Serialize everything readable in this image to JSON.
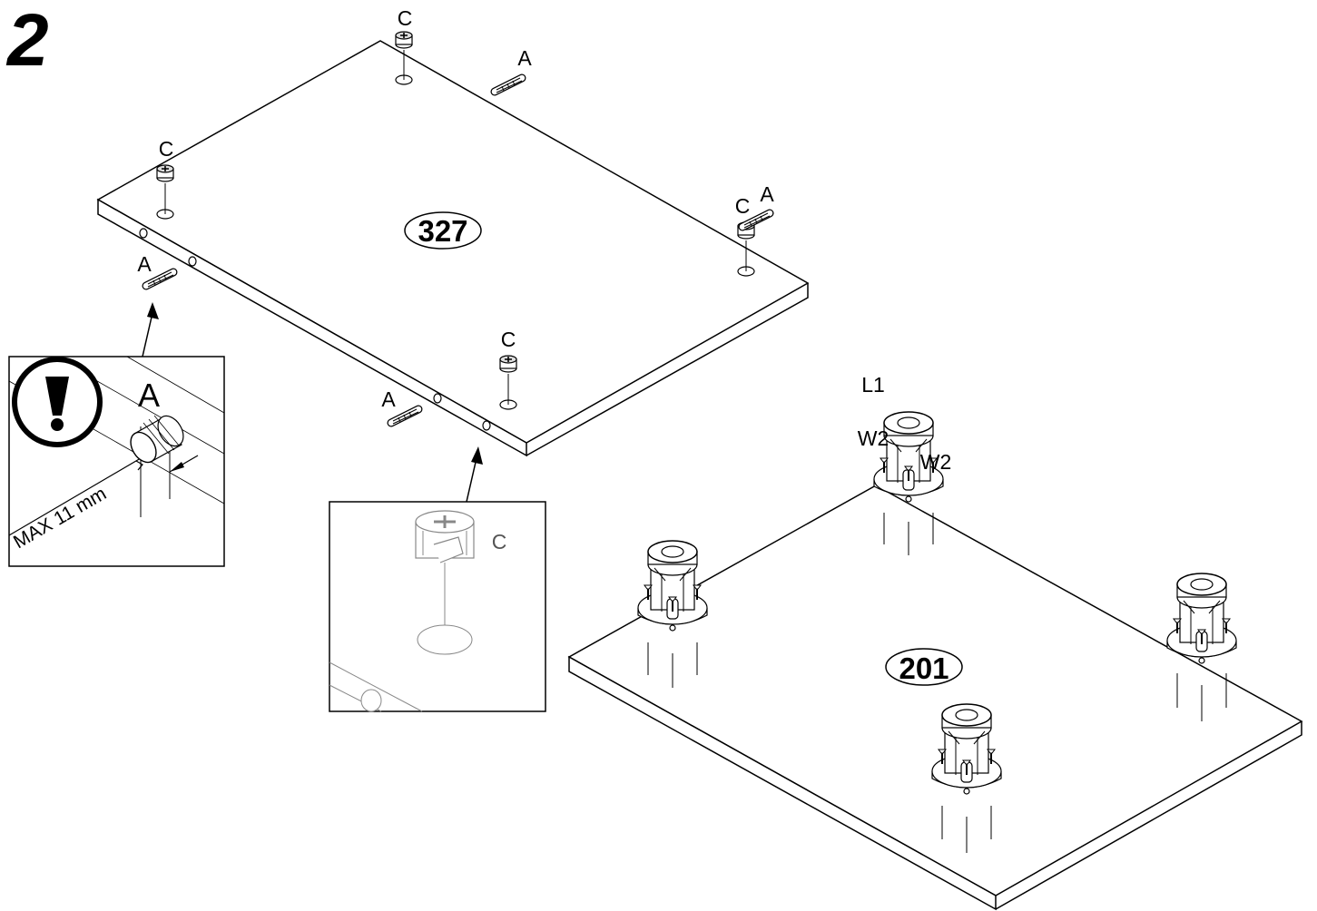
{
  "step_number": "2",
  "panels": {
    "top_panel_part_number": "327",
    "bottom_panel_part_number": "201"
  },
  "hardware_labels": {
    "dowel": "A",
    "cam_lock": "C",
    "leveling_foot": "L1",
    "screw": "W2"
  },
  "detail_boxes": {
    "dowel_detail": {
      "part_label": "A",
      "measurement": "MAX 11 mm",
      "warning_icon": "exclamation-warning-icon"
    },
    "cam_detail": {
      "part_label": "C"
    }
  }
}
